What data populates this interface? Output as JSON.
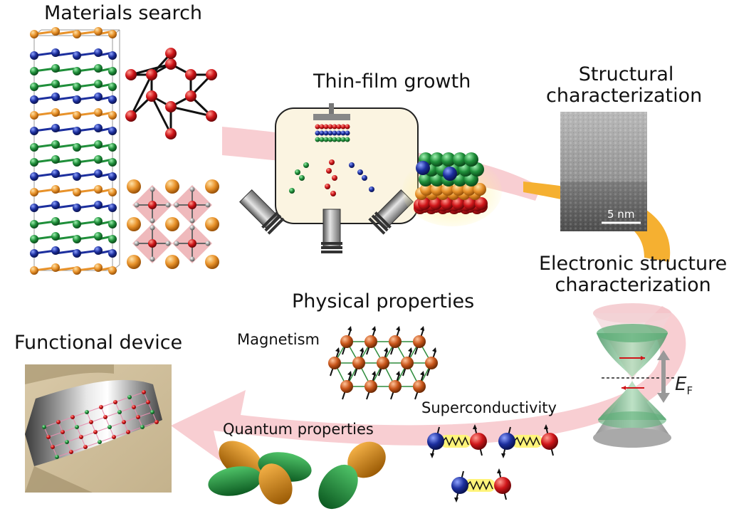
{
  "labels": {
    "materials_search": "Materials search",
    "thin_film_growth": "Thin-film growth",
    "structural_char_line1": "Structural",
    "structural_char_line2": "characterization",
    "electronic_char_line1": "Electronic structure",
    "electronic_char_line2": "characterization",
    "physical_properties": "Physical properties",
    "magnetism": "Magnetism",
    "superconductivity": "Superconductivity",
    "quantum_properties": "Quantum properties",
    "functional_device": "Functional device",
    "scale_bar": "5 nm",
    "fermi_symbol": "E",
    "fermi_subscript": "F"
  },
  "colors": {
    "arrow_pink": "#f7c9cd",
    "arrow_orange": "#f5b031",
    "atom_orange": "#e8922a",
    "atom_blue": "#1c2f9e",
    "atom_green": "#1f8f3a",
    "atom_red": "#d0161a",
    "atom_brown": "#c9561b",
    "cone_green": "#5fb07a",
    "cone_gray": "#b9b9b9",
    "chamber_fill": "#fbf4e1"
  }
}
